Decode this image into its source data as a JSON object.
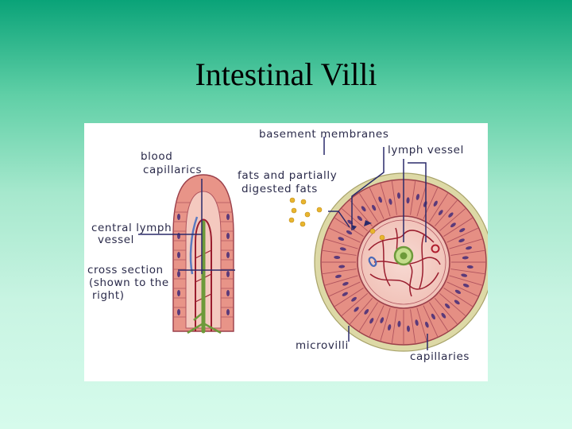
{
  "slide": {
    "title": "Intestinal Villi"
  },
  "diagram": {
    "labels": {
      "basement_membranes": "basement membranes",
      "lymph_vessel": "lymph vessel",
      "blood_line1": "blood",
      "blood_line2": "capillarics",
      "fats_line1": "fats and partially",
      "fats_line2": "digested fats",
      "central_line1": "central lymph",
      "central_line2": "vessel",
      "cross_line1": "cross section",
      "cross_line2": "(shown to the",
      "cross_line3": "right)",
      "microvilli": "microvilli",
      "capillaries": "capillaries"
    },
    "colors": {
      "villus_tissue": "#e58f84",
      "cell_outline": "#9a3f4a",
      "nucleus": "#5a3a7a",
      "blood_vessel": "#9a1d2e",
      "lymph_green": "#6d9a3a",
      "fat_droplet": "#e8b52e",
      "leader_line": "#2a2a6a"
    }
  }
}
